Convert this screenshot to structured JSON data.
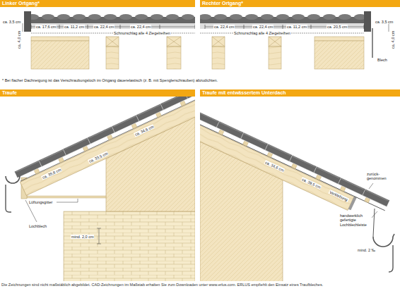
{
  "diagram": {
    "caption": "Die Zeichnungen sind nicht maßstäblich abgebildet. CAD-Zeichnungen im Maßstab erhalten Sie zum Downloaden unter www.erlus.com. ERLUS empfiehlt den Einsatz eines Traufbleches.",
    "nodes": [
      {
        "text": [
          "Linker Ortgang*"
        ]
      },
      {
        "text": [
          "Rechter Ortgang*"
        ]
      },
      {
        "text": [
          "Traufe"
        ]
      },
      {
        "text": [
          "Traufe mit entwässertem Unterdach"
        ]
      }
    ],
    "labels": [
      "ca. 3,5 cm",
      "ca. 17,6 cm",
      "ca. 11,2 cm",
      "ca. 22,4 cm",
      "ca. 22,4 cm",
      "ca. 4,0 cm",
      "Schnurschlag alle 4 Ziegelreihen",
      "ca. 22,4 cm",
      "ca. 22,4 cm",
      "ca. 11,2 cm",
      "ca. 20,5 cm",
      "ca. 3,5 cm",
      "ca. 4,0 cm",
      "Schnurschlag alle 4 Ziegelreihen",
      "Blech",
      "* Bei flacher Dachneigung ist das Verschraubungsloch im Ortgang dauerelastisch (z. B. mit Spenglerschrauben) abzudichten.",
      "ca. 33,5 cm",
      "ca. 34,6 cm",
      "ca. 39,8 cm",
      "Lüftungsgitter",
      "Lochblech",
      "mind. 2,0 cm",
      "ca. 34,6 cm",
      "ca. 39,5 cm",
      "Verklebung",
      "zurück- genommen",
      "handwerklich gefertigte Lochblechleiste",
      "mind. 2 ‰"
    ]
  }
}
